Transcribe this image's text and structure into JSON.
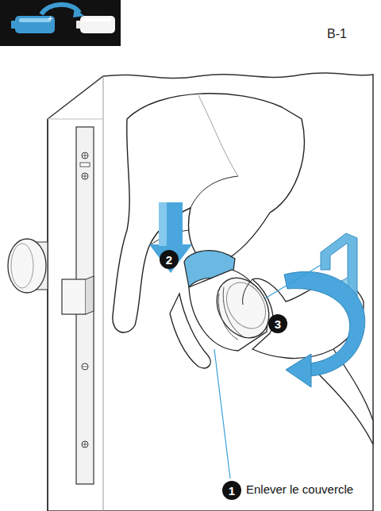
{
  "diagram": {
    "nodes": [
      {
        "text": [
          "1"
        ]
      },
      {
        "text": [
          "2"
        ]
      },
      {
        "text": [
          "3"
        ]
      }
    ],
    "labels": [
      "B-1",
      "Enlever le couvercle",
      "+",
      "+"
    ]
  }
}
